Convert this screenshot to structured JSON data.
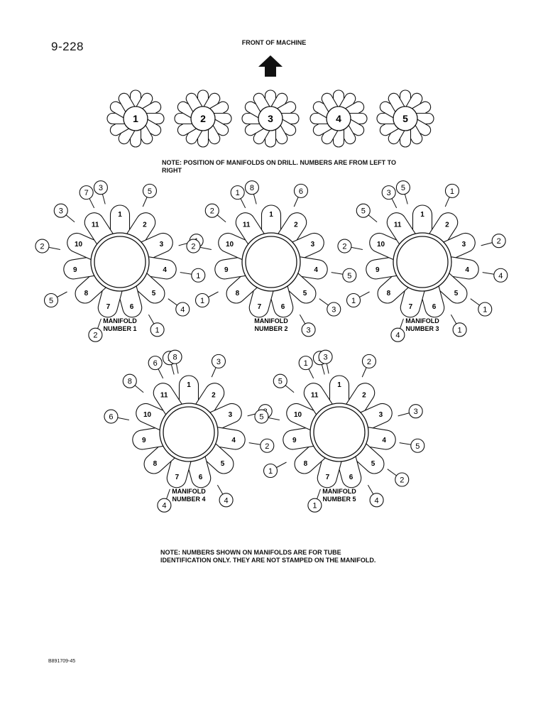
{
  "page_number": "9-228",
  "front_label": "FRONT OF MACHINE",
  "note_positions": "NOTE:  POSITION OF MANIFOLDS ON DRILL. NUMBERS ARE FROM LEFT TO RIGHT",
  "note_numbers": "NOTE:   NUMBERS SHOWN ON MANIFOLDS ARE FOR TUBE IDENTIFICATION ONLY. THEY ARE NOT STAMPED ON THE MANIFOLD.",
  "doc_code": "B891709-45",
  "top_row": [
    "1",
    "2",
    "3",
    "4",
    "5"
  ],
  "manifold_label": "MANIFOLD",
  "port_numbers": [
    "1",
    "2",
    "3",
    "4",
    "5",
    "6",
    "7",
    "8",
    "9",
    "10",
    "11"
  ],
  "manifolds": [
    {
      "number_label": "NUMBER 1",
      "callouts": [
        "3",
        "5",
        "1",
        "1",
        "4",
        "1",
        "2",
        "5",
        "2",
        "3",
        "7"
      ]
    },
    {
      "number_label": "NUMBER 2",
      "callouts": [
        "8",
        "6",
        "",
        "5",
        "3",
        "3",
        "",
        "1",
        "2",
        "2",
        "1"
      ]
    },
    {
      "number_label": "NUMBER 3",
      "callouts": [
        "5",
        "1",
        "2",
        "4",
        "1",
        "1",
        "4",
        "1",
        "2",
        "5",
        "3"
      ]
    },
    {
      "number_label": "NUMBER 4",
      "callouts": [
        "1",
        "3",
        "3",
        "2",
        "",
        "4",
        "4",
        "",
        "6",
        "8",
        "6",
        "8"
      ]
    },
    {
      "number_label": "NUMBER 5",
      "callouts": [
        "1",
        "2",
        "3",
        "5",
        "2",
        "4",
        "1",
        "1",
        "5",
        "5",
        "1",
        "3"
      ]
    }
  ]
}
